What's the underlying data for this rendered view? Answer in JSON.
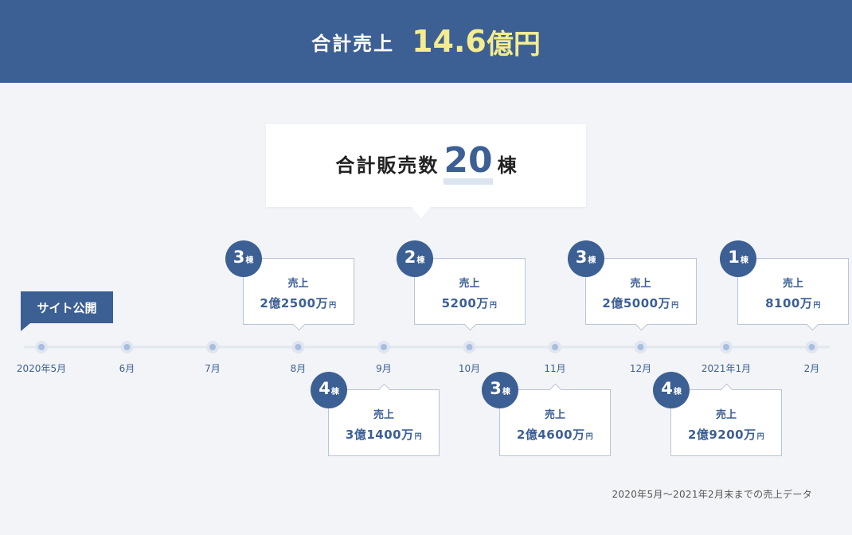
{
  "banner": {
    "label": "合計売上",
    "value": "14.6",
    "unit": "億円"
  },
  "total": {
    "label": "合計販売数",
    "value": "20",
    "unit": "棟"
  },
  "site_badge": "サイト公開",
  "footnote": "2020年5月～2021年2月末までの売上データ",
  "colors": {
    "navy": "#3c5f94",
    "yellow": "#f4ec8e",
    "line": "#e3e7ee",
    "dot": "#a9bedd"
  },
  "chart_data": {
    "type": "timeline",
    "months": [
      "2020年5月",
      "6月",
      "7月",
      "8月",
      "9月",
      "10月",
      "11月",
      "12月",
      "2021年1月",
      "2月"
    ],
    "sales": [
      {
        "month": "8月",
        "units": 3,
        "unit_label": "棟",
        "label": "売上",
        "amount": "2億2500万",
        "yen": "円",
        "position": "above"
      },
      {
        "month": "9月",
        "units": 4,
        "unit_label": "棟",
        "label": "売上",
        "amount": "3億1400万",
        "yen": "円",
        "position": "below"
      },
      {
        "month": "10月",
        "units": 2,
        "unit_label": "棟",
        "label": "売上",
        "amount": "5200万",
        "yen": "円",
        "position": "above"
      },
      {
        "month": "11月",
        "units": 3,
        "unit_label": "棟",
        "label": "売上",
        "amount": "2億4600万",
        "yen": "円",
        "position": "below"
      },
      {
        "month": "12月",
        "units": 3,
        "unit_label": "棟",
        "label": "売上",
        "amount": "2億5000万",
        "yen": "円",
        "position": "above"
      },
      {
        "month": "2021年1月",
        "units": 4,
        "unit_label": "棟",
        "label": "売上",
        "amount": "2億9200万",
        "yen": "円",
        "position": "below"
      },
      {
        "month": "2月",
        "units": 1,
        "unit_label": "棟",
        "label": "売上",
        "amount": "8100万",
        "yen": "円",
        "position": "above"
      }
    ]
  }
}
